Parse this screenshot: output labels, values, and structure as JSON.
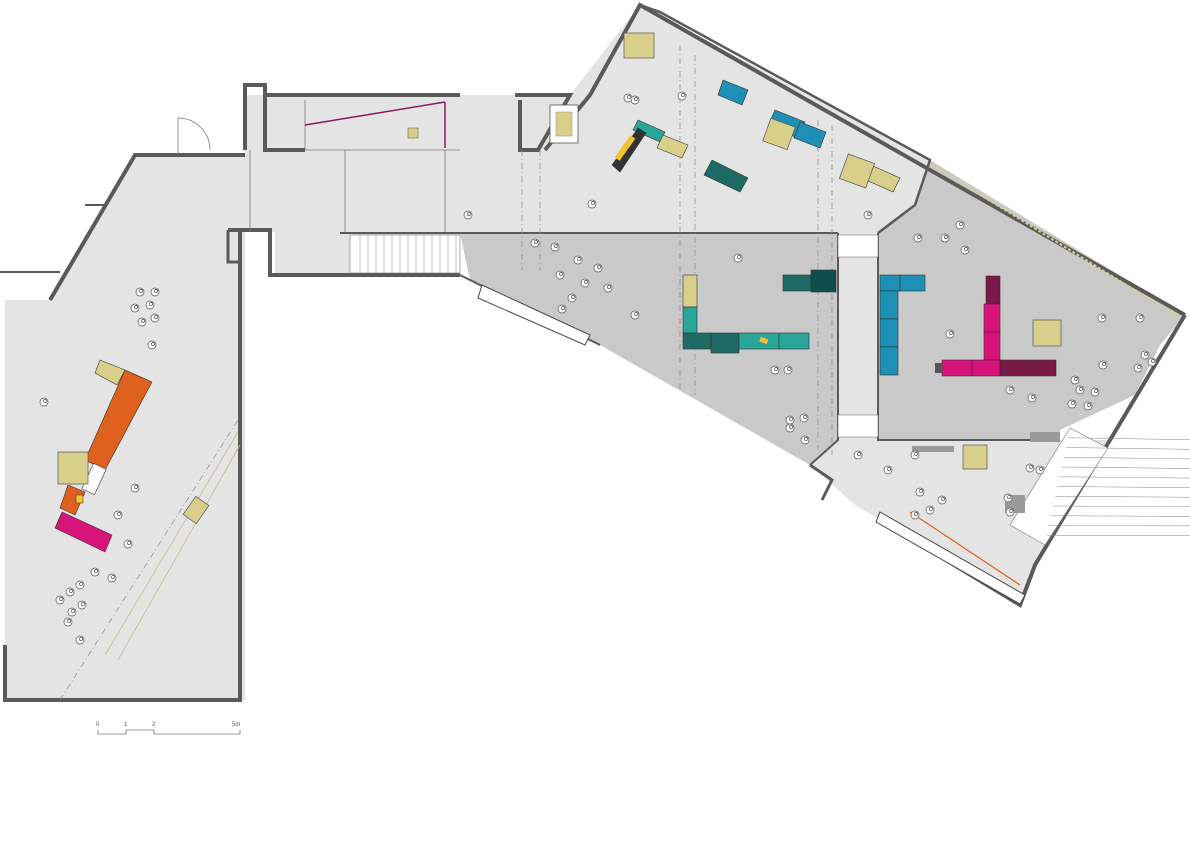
{
  "scale_bar": {
    "ticks": [
      "0",
      "1",
      "2",
      "5m"
    ]
  },
  "colors": {
    "wall": "#5a5a5a",
    "floor_light": "#e4e4e4",
    "floor_dark": "#c9c9c9",
    "orange": "#e0601e",
    "magenta": "#d8137a",
    "dark_magenta": "#7a1a4a",
    "teal": "#2aa59a",
    "dark_teal": "#1e6a64",
    "blue": "#1e8fb5",
    "khaki": "#d8cf8a",
    "yellow": "#f2c230"
  },
  "icons": [
    "person-icon",
    "display-table-icon",
    "stair-icon",
    "door-swing-icon"
  ]
}
